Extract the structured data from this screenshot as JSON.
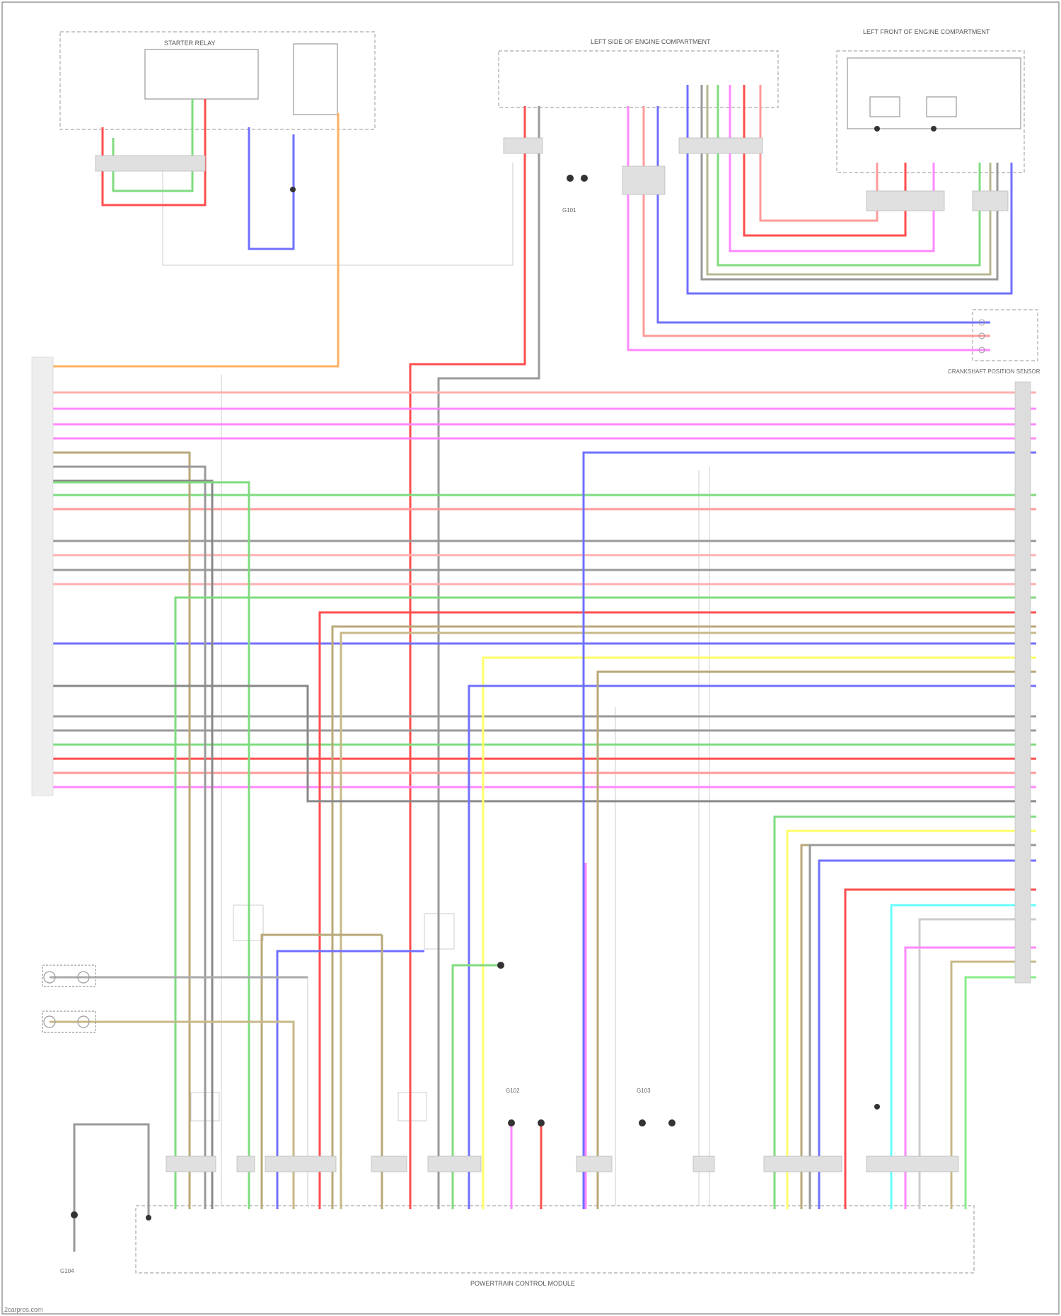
{
  "diagram": {
    "blocks": [
      {
        "label": "STARTER RELAY"
      },
      {
        "label": "LEFT SIDE OF ENGINE COMPARTMENT"
      },
      {
        "label": "LEFT FRONT OF ENGINE COMPARTMENT"
      },
      {
        "label": "CRANKSHAFT POSITION SENSOR"
      },
      {
        "label": "POWERTRAIN CONTROL MODULE"
      }
    ],
    "grounds": [
      {
        "label": "G101"
      },
      {
        "label": "G102"
      },
      {
        "label": "G103"
      },
      {
        "label": "G104"
      }
    ],
    "watermark": "2carpros.com"
  }
}
